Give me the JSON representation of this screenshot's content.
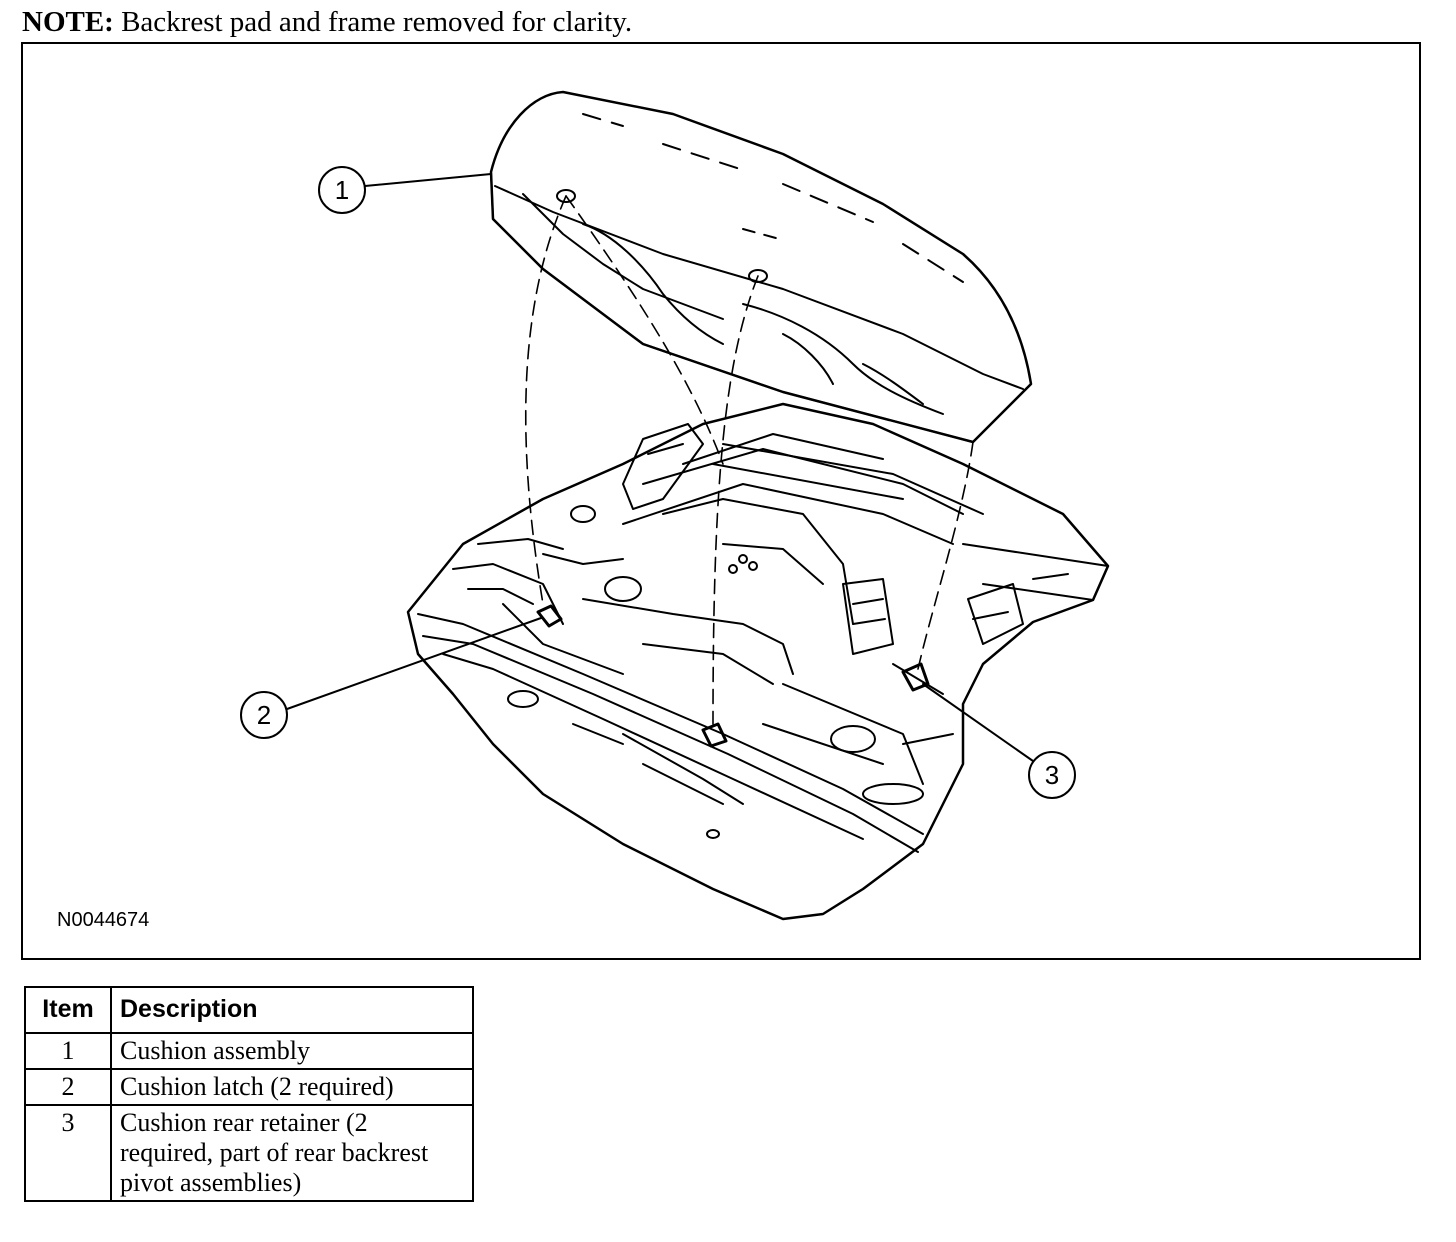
{
  "note": {
    "label": "NOTE:",
    "text": "Backrest pad and frame removed for clarity."
  },
  "figure": {
    "id": "N0044674",
    "callouts": [
      "1",
      "2",
      "3"
    ]
  },
  "legend": {
    "headers": {
      "item": "Item",
      "description": "Description"
    },
    "rows": [
      {
        "item": "1",
        "description": "Cushion assembly"
      },
      {
        "item": "2",
        "description": "Cushion latch (2 required)"
      },
      {
        "item": "3",
        "description": "Cushion rear retainer (2 required, part of rear backrest pivot assemblies)"
      }
    ]
  }
}
